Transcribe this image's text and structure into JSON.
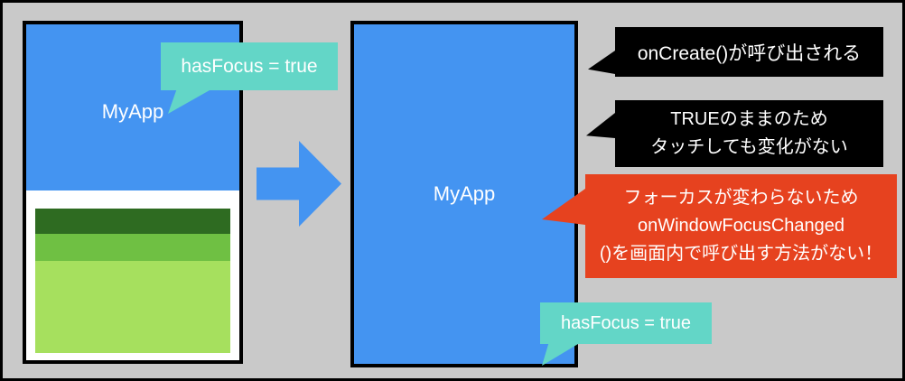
{
  "colors": {
    "bg": "#c9c9c9",
    "blue": "#4494f1",
    "teal": "#63d6c7",
    "black": "#000000",
    "red": "#e6421f",
    "green-dark": "#2e6b21",
    "green-mid": "#6fc043",
    "green-light": "#a6e05e"
  },
  "left_phone": {
    "app_label": "MyApp"
  },
  "right_phone": {
    "app_label": "MyApp"
  },
  "bubbles": {
    "has_focus_top": {
      "text": "hasFocus = true"
    },
    "on_create": {
      "text": "onCreate()が呼び出される"
    },
    "true_unchanged": {
      "lines": [
        "TRUEのままのため",
        "タッチしても変化がない"
      ]
    },
    "focus_not_changed": {
      "lines": [
        "フォーカスが変わらないため",
        "onWindowFocusChanged",
        "()を画面内で呼び出す方法がない！"
      ]
    },
    "has_focus_bottom": {
      "text": "hasFocus = true"
    }
  }
}
